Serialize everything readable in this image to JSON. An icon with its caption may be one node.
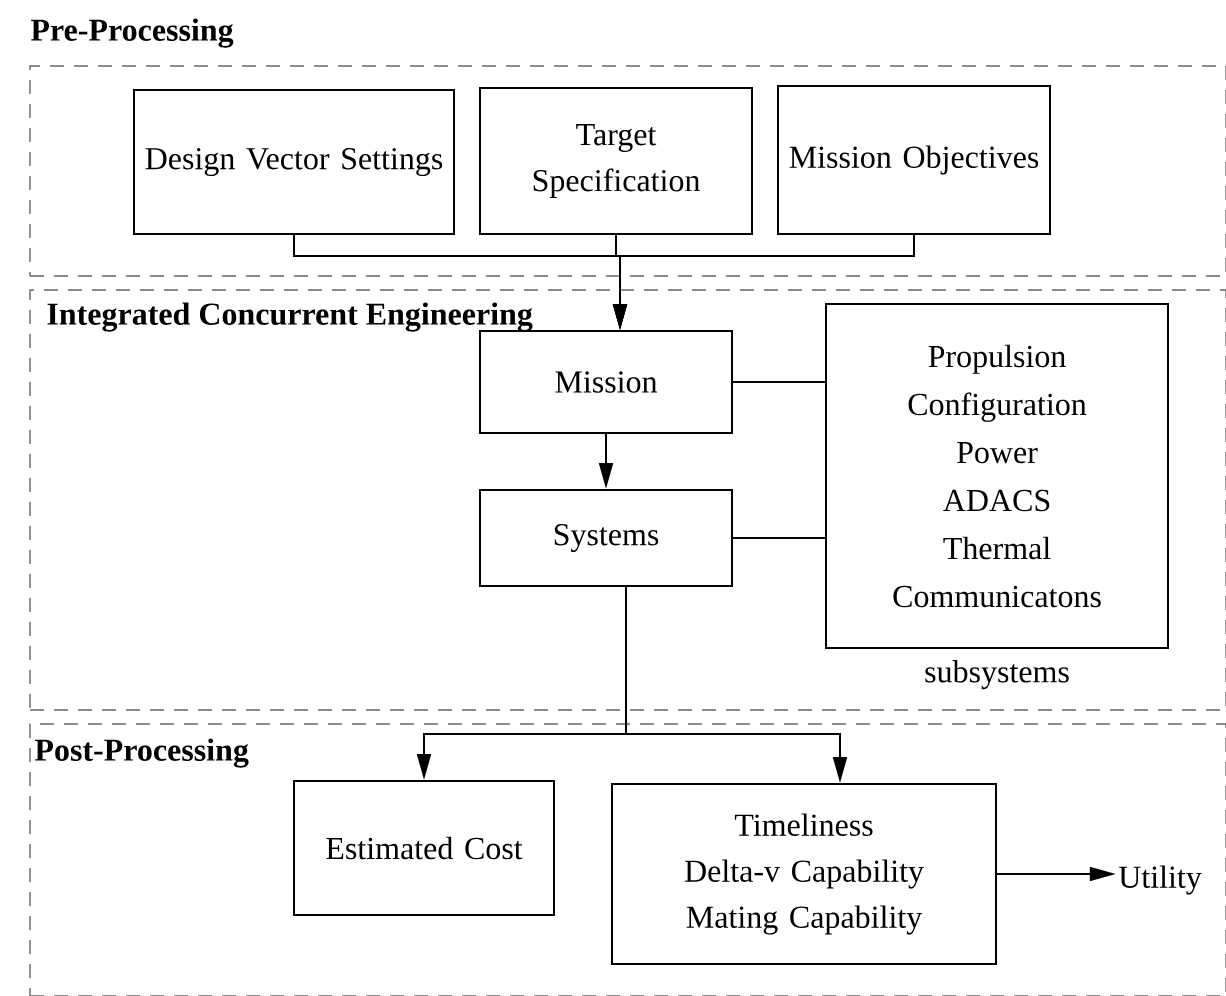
{
  "diagram": {
    "nodes": [
      {
        "text": [
          "Pre-Processing"
        ]
      },
      {
        "text": [
          "Design Vector Settings"
        ],
        "in": 0
      },
      {
        "text": [
          "Target Specification"
        ],
        "in": 0
      },
      {
        "text": [
          "Mission Objectives"
        ],
        "in": 0
      },
      {
        "text": [
          "Integrated Concurrent Engineering"
        ]
      },
      {
        "text": [
          "Mission"
        ],
        "in": 4
      },
      {
        "text": [
          "Systems"
        ],
        "in": 4
      },
      {
        "text": [
          "Propulsion",
          "Configuration",
          "Power",
          "ADACS",
          "Thermal",
          "Communicatons"
        ],
        "beside": [
          "subsystems"
        ],
        "in": 4
      },
      {
        "text": [
          "Post-Processing"
        ]
      },
      {
        "text": [
          "Estimated Cost"
        ],
        "in": 8
      },
      {
        "text": [
          "Timeliness",
          "Delta-v Capability",
          "Mating Capability"
        ],
        "in": 8
      },
      {
        "text": [
          "Utility"
        ],
        "in": 8
      }
    ],
    "edges": [
      {
        "from": 1,
        "to": 5,
        "arrow": "to"
      },
      {
        "from": 2,
        "to": 5,
        "arrow": "to"
      },
      {
        "from": 3,
        "to": 5,
        "arrow": "to"
      },
      {
        "from": 5,
        "to": 6,
        "arrow": "to"
      },
      {
        "from": 5,
        "to": 7,
        "arrow": "none"
      },
      {
        "from": 6,
        "to": 7,
        "arrow": "none"
      },
      {
        "from": 6,
        "to": 9,
        "arrow": "to"
      },
      {
        "from": 6,
        "to": 10,
        "arrow": "to"
      },
      {
        "from": 10,
        "to": 11,
        "arrow": "to"
      }
    ]
  }
}
